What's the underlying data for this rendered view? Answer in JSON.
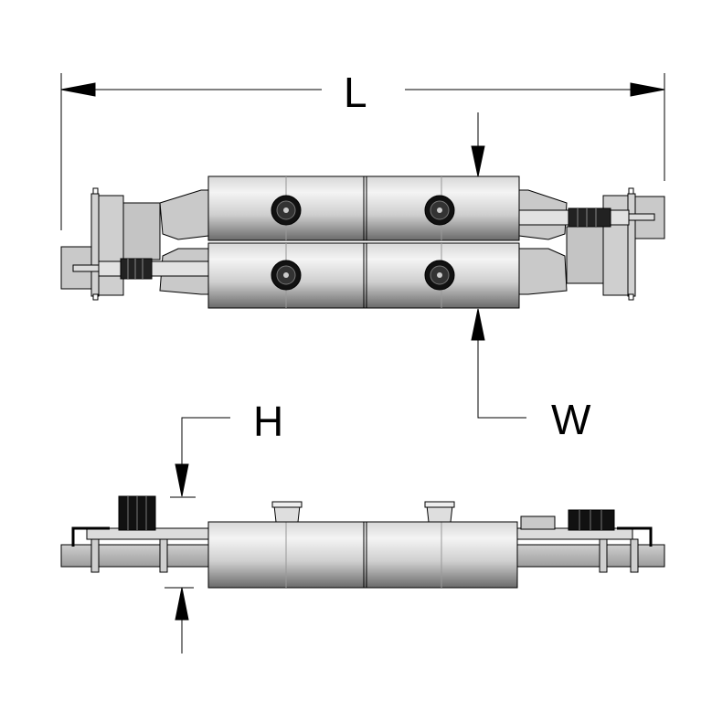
{
  "dimensions": {
    "length_label": "L",
    "width_label": "W",
    "height_label": "H"
  },
  "colors": {
    "line": "#000000",
    "metal_light": "#e6e6e6",
    "metal_mid": "#c8c8c8",
    "metal_dark": "#6e6e6e",
    "panel_gray": "#bdbdbd",
    "fan_dark": "#111111"
  }
}
